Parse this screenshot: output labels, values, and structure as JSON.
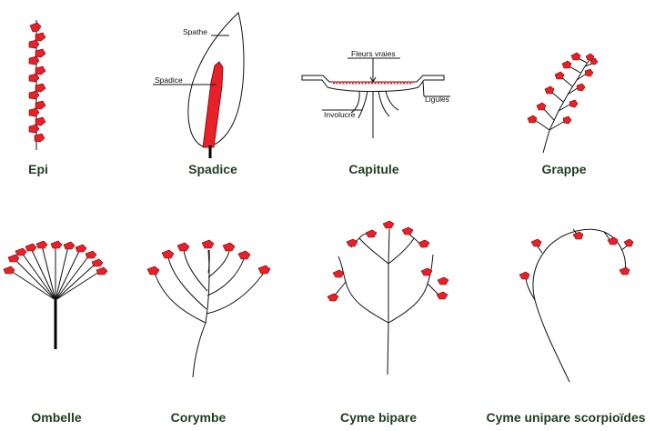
{
  "captions": {
    "epi": "Epi",
    "spadice": "Spadice",
    "capitule": "Capitule",
    "grappe": "Grappe",
    "ombelle": "Ombelle",
    "corymbe": "Corymbe",
    "cyme_bipare": "Cyme bipare",
    "cyme_unipare": "Cyme unipare scorpioïdes"
  },
  "annotations": {
    "spathe": "Spathe",
    "spadice": "Spadice",
    "fleurs_vraies": "Fleurs vraies",
    "ligules": "Ligules",
    "involucre": "Involucre"
  },
  "colors": {
    "flower": "#e8202a",
    "caption": "#1f3d1f",
    "line": "#111111"
  }
}
